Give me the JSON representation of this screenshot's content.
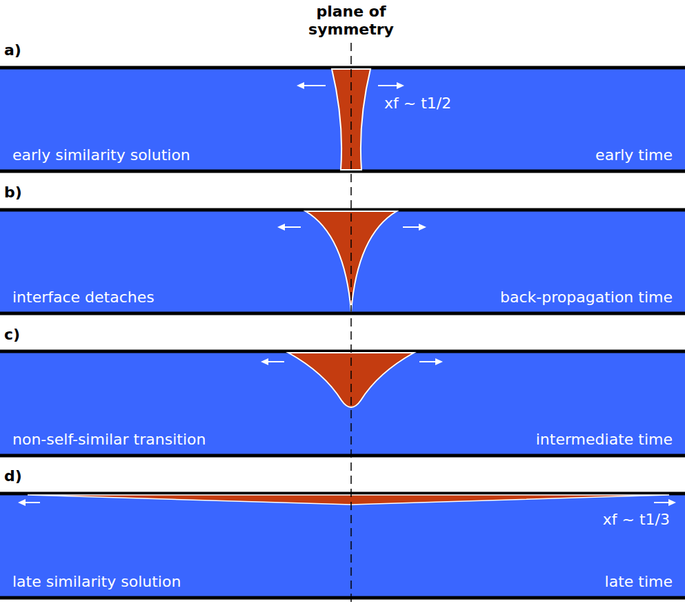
{
  "diagram": {
    "nodes": [
      {
        "text": [
          "xf ~ t1/2",
          "early similarity solution",
          "early time"
        ]
      },
      {
        "text": [
          "interface detaches",
          "back-propagation time"
        ]
      },
      {
        "text": [
          "non-self-similar transition",
          "intermediate time"
        ]
      },
      {
        "text": [
          "late similarity solution",
          "late time",
          "xf ~ t1/3"
        ]
      }
    ],
    "labels": [
      "plane of symmetry",
      "a)",
      "b)",
      "c)",
      "d)"
    ]
  }
}
